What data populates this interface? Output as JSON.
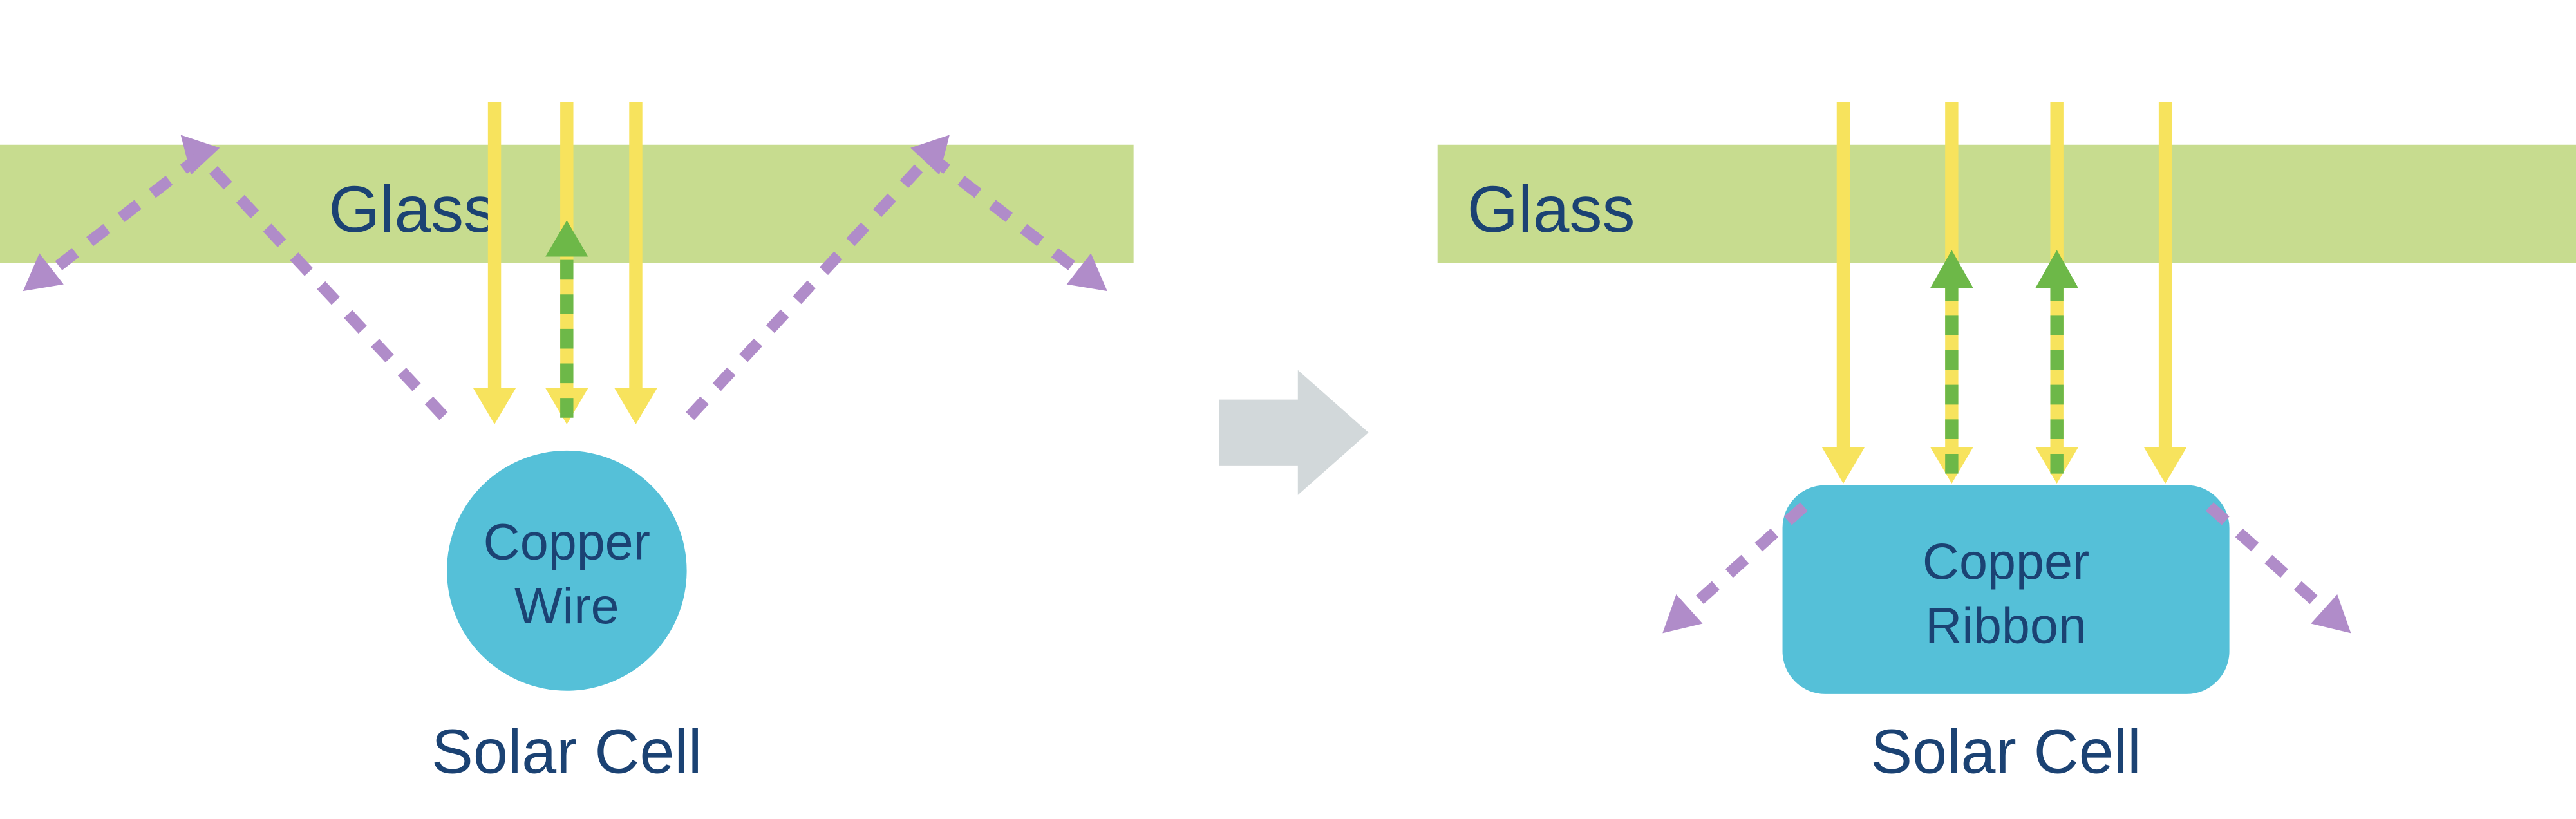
{
  "diagram": {
    "left": {
      "glass_label": "Glass",
      "component_line1": "Copper",
      "component_line2": "Wire",
      "caption": "Solar Cell"
    },
    "right": {
      "glass_label": "Glass",
      "component_line1": "Copper",
      "component_line2": "Ribbon",
      "caption": "Solar Cell"
    }
  },
  "colors": {
    "glass": "#c7dc8f",
    "incident": "#f7e35d",
    "reflected": "#6db848",
    "scattered": "#b08cc9",
    "copper": "#55c0d8",
    "text": "#1b4273",
    "transition": "#d2d8da",
    "background": "#ffffff"
  }
}
